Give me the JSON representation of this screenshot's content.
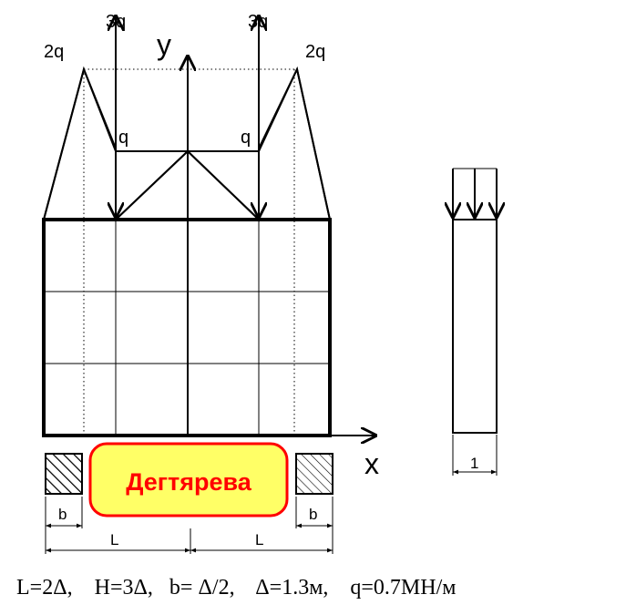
{
  "labels": {
    "load_3q": "3q",
    "load_2q": "2q",
    "load_q": "q",
    "axis_x": "x",
    "axis_y": "y",
    "dim_b": "b",
    "dim_L": "L",
    "dim_1": "1"
  },
  "name_badge": "Дегтярева",
  "formula": "L=2Δ,    H=3Δ,   b= Δ/2,    Δ=1.3м,    q=0.7МН/м",
  "colors": {
    "stroke": "#000000",
    "badge_fill": "#ffff66",
    "badge_border": "#ff0000",
    "badge_text": "#ff0000"
  }
}
